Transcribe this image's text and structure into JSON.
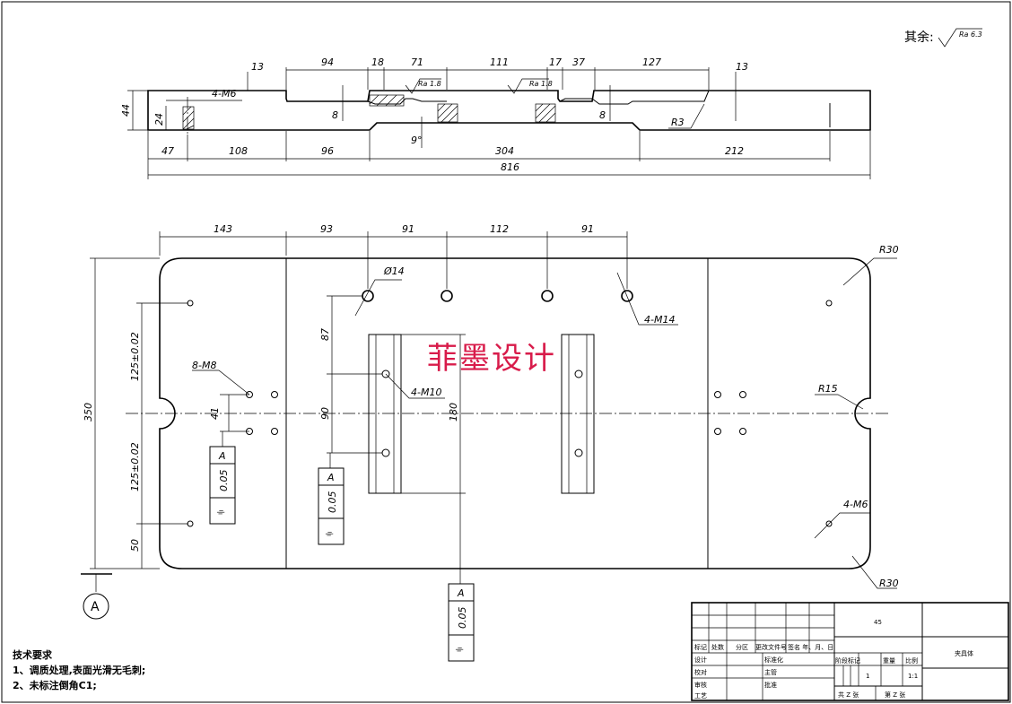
{
  "roughness_other": {
    "label": "其余:",
    "value": "Ra 6.3"
  },
  "watermark": "菲墨设计",
  "section_view": {
    "dims_top": [
      "13",
      "94",
      "18",
      "71",
      "111",
      "17",
      "37",
      "127",
      "13"
    ],
    "dims_bottom": [
      "47",
      "108",
      "96",
      "304",
      "212"
    ],
    "overall": "816",
    "height": "44",
    "hole_depth": "24",
    "thread_note": "4-M6",
    "groove_depth_left": "8",
    "groove_depth_right": "8",
    "slot_angle": "9°",
    "radius": "R3",
    "roughness_left": "Ra 1.8",
    "roughness_right": "Ra 1.8"
  },
  "plan_view": {
    "dims_top": [
      "143",
      "93",
      "91",
      "112",
      "91"
    ],
    "height": "350",
    "dim_125_upper": "125±0.02",
    "dim_125_lower": "125±0.02",
    "dim_50": "50",
    "dim_41": "41",
    "dim_87": "87",
    "dim_90": "90",
    "dim_180": "180",
    "callouts": {
      "m8": "8-M8",
      "phi14": "Ø14",
      "m14": "4-M14",
      "m10": "4-M10",
      "m6": "4-M6",
      "r30_top": "R30",
      "r30_bottom": "R30",
      "r15": "R15"
    },
    "datum": "A",
    "tolerances": [
      {
        "symbol": "⌯",
        "value": "0.05",
        "datum": "A"
      },
      {
        "symbol": "⌯",
        "value": "0.05",
        "datum": "A"
      },
      {
        "symbol": "⌯",
        "value": "0.05",
        "datum": "A"
      }
    ]
  },
  "notes": {
    "title": "技术要求",
    "items": [
      "1、调质处理,表面光滑无毛刺;",
      "2、未标注倒角C1;"
    ]
  },
  "title_block": {
    "material": "45",
    "part_name": "夹具体",
    "scale": "1:1",
    "quantity": "1",
    "labels": {
      "mark": "标记",
      "count": "处数",
      "zone": "分区",
      "change_doc": "更改文件号",
      "sign_date": "签名 年、月、日",
      "design": "设计",
      "standard": "标准化",
      "stage_mark": "阶段标记",
      "weight": "重量",
      "ratio": "比例",
      "check": "校对",
      "process": "工艺",
      "review": "审核",
      "chief": "主管",
      "approve": "批准",
      "sheets_total": "共 Z 张",
      "sheet_no": "第 Z 张"
    }
  }
}
